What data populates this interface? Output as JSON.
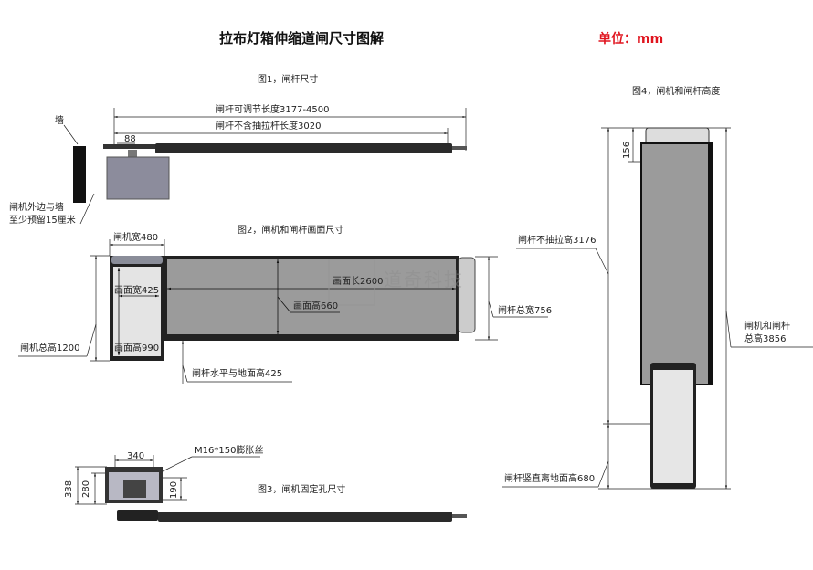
{
  "header": {
    "title": "拉布灯箱伸缩道闸尺寸图解",
    "unit": "单位：mm"
  },
  "fig1": {
    "caption": "图1，闸杆尺寸",
    "adjustable_length": "闸杆可调节长度3177-4500",
    "fixed_length": "闸杆不含抽拉杆长度3020",
    "offset": "88",
    "wall": "墙",
    "clearance_line1": "闸机外边与墙",
    "clearance_line2": "至少预留15厘米"
  },
  "fig2": {
    "caption": "图2，闸机和闸杆画面尺寸",
    "cabinet_width": "闸机宽480",
    "cabinet_height": "闸机总高1200",
    "screen_width": "画面宽425",
    "screen_height": "画面高990",
    "panel_length": "画面长2600",
    "panel_height": "画面高660",
    "pole_total_width": "闸杆总宽756",
    "pole_ground_height": "闸杆水平与地面高425",
    "watermark": "道奇科技"
  },
  "fig3": {
    "caption": "图3，闸机固定孔尺寸",
    "width": "340",
    "bolt": "M16*150膨胀丝",
    "h338": "338",
    "h280": "280",
    "h190": "190"
  },
  "fig4": {
    "caption": "图4，闸机和闸杆高度",
    "top": "156",
    "pole_height": "闸杆不抽拉高3176",
    "total_line1": "闸机和闸杆",
    "total_line2": "总高3856",
    "vertical_ground": "闸杆竖直离地面高680"
  }
}
